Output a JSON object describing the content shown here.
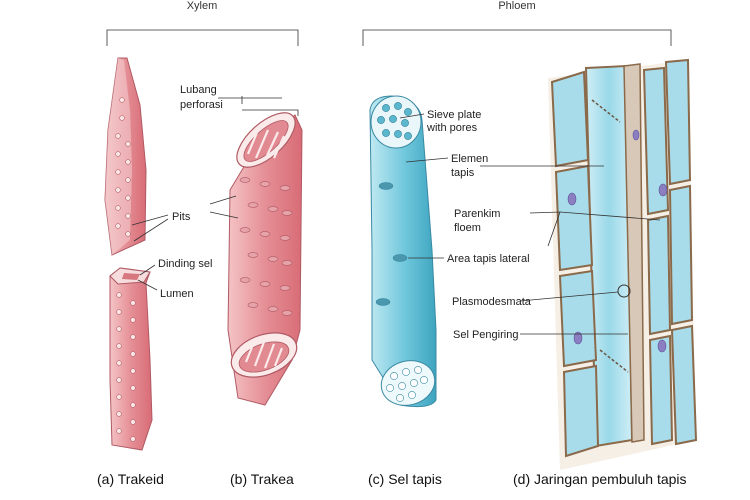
{
  "headers": {
    "xylem": "Xylem",
    "phloem": "Phloem"
  },
  "labels": {
    "lubang_line1": "Lubang",
    "lubang_line2": "perforasi",
    "pits": "Pits",
    "dinding_sel": "Dinding sel",
    "lumen": "Lumen",
    "sieve_line1": "Sieve plate",
    "sieve_line2": "with pores",
    "elemen_line1": "Elemen",
    "elemen_line2": "tapis",
    "parenkim_line1": "Parenkim",
    "parenkim_line2": "floem",
    "area_tapis": "Area tapis lateral",
    "plasmodesmata": "Plasmodesmata",
    "sel_pengiring": "Sel Pengiring"
  },
  "captions": {
    "a": "(a) Trakeid",
    "b": "(b) Trakea",
    "c": "(c) Sel tapis",
    "d": "(d) Jaringan pembuluh tapis"
  },
  "colors": {
    "xylem_fill": "#e89aa0",
    "xylem_light": "#f7d7d8",
    "xylem_dark": "#c8606a",
    "phloem_fill": "#7fcfe0",
    "phloem_light": "#d6f1f6",
    "phloem_dark": "#4aa8c0",
    "cell_wall": "#8a6a4a"
  }
}
